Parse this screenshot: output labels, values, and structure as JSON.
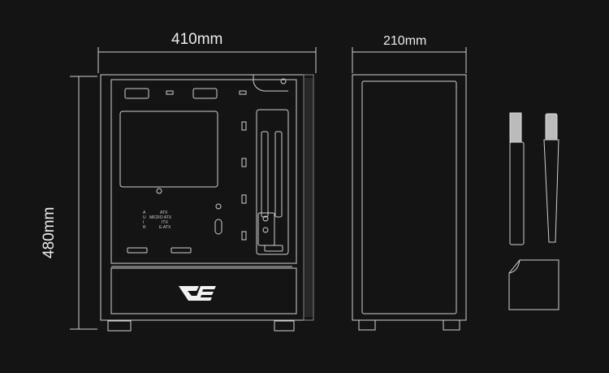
{
  "dimensions": {
    "length": "410mm",
    "width": "210mm",
    "height": "480mm"
  },
  "board_labels": {
    "letters": [
      "A",
      "U",
      "I",
      "R"
    ],
    "form_factors": [
      "ATX",
      "MICRO ATX",
      "ITX",
      "E-ATX"
    ]
  },
  "colors": {
    "background": "#141414",
    "line": "#cfcfcf",
    "logo": "#f2f2f2"
  }
}
